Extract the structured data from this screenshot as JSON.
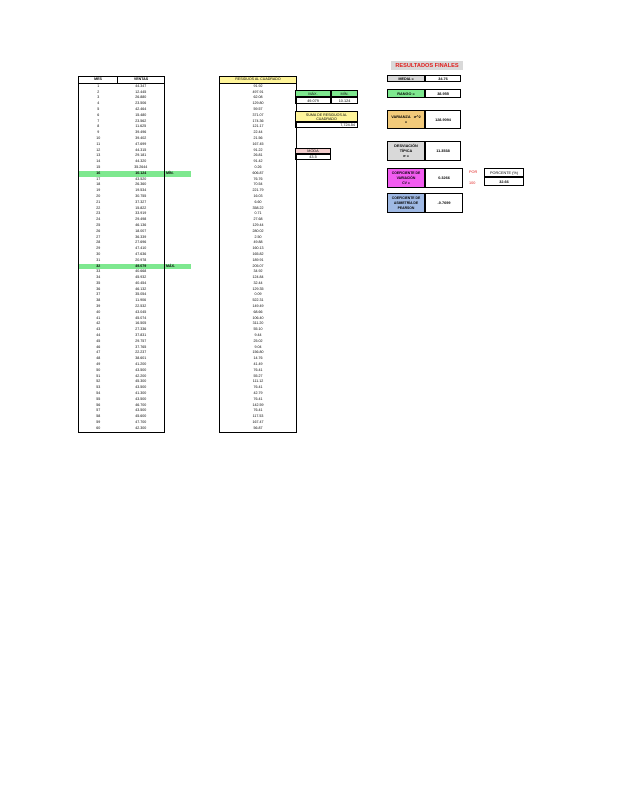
{
  "title": "RESULTADOS FINALES",
  "table": {
    "headers": {
      "mes": "MES",
      "ventas": "VENTAS",
      "residuos": "RESIDUOS AL CUADRADO"
    },
    "rows": [
      {
        "mes": "1",
        "ventas": "44.347",
        "res": "91.92"
      },
      {
        "mes": "2",
        "ventas": "12.445",
        "res": "497.91"
      },
      {
        "mes": "3",
        "ventas": "26.880",
        "res": "62.08"
      },
      {
        "mes": "4",
        "ventas": "23.506",
        "res": "129.80"
      },
      {
        "mes": "5",
        "ventas": "42.464",
        "res": "59.57"
      },
      {
        "mes": "6",
        "ventas": "15.480",
        "res": "371.07"
      },
      {
        "mes": "7",
        "ventas": "23.562",
        "res": "174.36"
      },
      {
        "mes": "8",
        "ventas": "11.625",
        "res": "121.17"
      },
      {
        "mes": "9",
        "ventas": "39.496",
        "res": "22.44"
      },
      {
        "mes": "10",
        "ventas": "39.402",
        "res": "21.56"
      },
      {
        "mes": "11",
        "ventas": "47.699",
        "res": "167.45"
      },
      {
        "mes": "12",
        "ventas": "44.315",
        "res": "91.22"
      },
      {
        "mes": "13",
        "ventas": "29.181",
        "res": "26.81"
      },
      {
        "mes": "14",
        "ventas": "44.320",
        "res": "91.42"
      },
      {
        "mes": "15",
        "ventas": "35.2644",
        "res": "0.26"
      },
      {
        "mes": "16",
        "ventas": "10.124",
        "res": "606.87",
        "note": "MÍN."
      },
      {
        "mes": "17",
        "ventas": "43.520",
        "res": "76.76"
      },
      {
        "mes": "18",
        "ventas": "26.360",
        "res": "70.54"
      },
      {
        "mes": "19",
        "ventas": "19.534",
        "res": "221.79"
      },
      {
        "mes": "20",
        "ventas": "30.755",
        "res": "16.03"
      },
      {
        "mes": "21",
        "ventas": "37.327",
        "res": "6.60"
      },
      {
        "mes": "22",
        "ventas": "15.822",
        "res": "358.22"
      },
      {
        "mes": "23",
        "ventas": "33.919",
        "res": "0.71"
      },
      {
        "mes": "24",
        "ventas": "29.498",
        "res": "27.68"
      },
      {
        "mes": "25",
        "ventas": "46.136",
        "res": "129.44"
      },
      {
        "mes": "26",
        "ventas": "18.007",
        "res": "280.02"
      },
      {
        "mes": "27",
        "ventas": "36.339",
        "res": "2.50"
      },
      {
        "mes": "28",
        "ventas": "27.696",
        "res": "49.88"
      },
      {
        "mes": "29",
        "ventas": "47.410",
        "res": "160.13"
      },
      {
        "mes": "30",
        "ventas": "47.636",
        "res": "165.82"
      },
      {
        "mes": "31",
        "ventas": "20.978",
        "res": "189.91"
      },
      {
        "mes": "32",
        "ventas": "49.079",
        "res": "205.07",
        "note": "MÁX."
      },
      {
        "mes": "33",
        "ventas": "40.668",
        "res": "34.92"
      },
      {
        "mes": "34",
        "ventas": "45.932",
        "res": "124.84"
      },
      {
        "mes": "35",
        "ventas": "40.454",
        "res": "32.44"
      },
      {
        "mes": "36",
        "ventas": "46.132",
        "res": "129.35"
      },
      {
        "mes": "37",
        "ventas": "35.054",
        "res": "0.09"
      },
      {
        "mes": "38",
        "ventas": "11.906",
        "res": "522.31"
      },
      {
        "mes": "39",
        "ventas": "22.532",
        "res": "149.49"
      },
      {
        "mes": "40",
        "ventas": "43.045",
        "res": "68.66"
      },
      {
        "mes": "41",
        "ventas": "45.074",
        "res": "106.40"
      },
      {
        "mes": "42",
        "ventas": "16.505",
        "res": "311.20"
      },
      {
        "mes": "43",
        "ventas": "27.336",
        "res": "55.10"
      },
      {
        "mes": "44",
        "ventas": "37.831",
        "res": "9.44"
      },
      {
        "mes": "45",
        "ventas": "29.757",
        "res": "25.02"
      },
      {
        "mes": "46",
        "ventas": "37.765",
        "res": "9.04"
      },
      {
        "mes": "47",
        "ventas": "22.237",
        "res": "156.80"
      },
      {
        "mes": "48",
        "ventas": "38.601",
        "res": "14.76"
      },
      {
        "mes": "49",
        "ventas": "41.200",
        "res": "41.49"
      },
      {
        "mes": "50",
        "ventas": "43.500",
        "res": "76.41"
      },
      {
        "mes": "51",
        "ventas": "42.200",
        "res": "55.27"
      },
      {
        "mes": "52",
        "ventas": "45.300",
        "res": "111.12"
      },
      {
        "mes": "53",
        "ventas": "43.500",
        "res": "76.41"
      },
      {
        "mes": "54",
        "ventas": "41.300",
        "res": "42.79"
      },
      {
        "mes": "55",
        "ventas": "43.500",
        "res": "76.41"
      },
      {
        "mes": "56",
        "ventas": "46.700",
        "res": "142.59"
      },
      {
        "mes": "57",
        "ventas": "43.500",
        "res": "76.41"
      },
      {
        "mes": "58",
        "ventas": "45.600",
        "res": "117.53"
      },
      {
        "mes": "59",
        "ventas": "47.700",
        "res": "167.47"
      },
      {
        "mes": "60",
        "ventas": "42.300",
        "res": "56.87"
      }
    ]
  },
  "max_min": {
    "max_label": "MÁX.",
    "min_label": "MÍN.",
    "max_value": "49.079",
    "min_value": "10.124"
  },
  "suma": {
    "label": "SUMA DE RESIDUOS AL CUADRADO",
    "value": "7,724.54"
  },
  "moda": {
    "label": "MODA",
    "value": "43.5"
  },
  "media": {
    "label": "MEDIA =",
    "value": "34.76"
  },
  "rango": {
    "label": "RANGO =",
    "value": "38.955"
  },
  "varianza": {
    "label": "VARIANZA",
    "sigma2": "σ^2",
    "eq": "=",
    "value": "128.9094"
  },
  "desviacion": {
    "label1": "DESVIACIÓN",
    "label2": "TÍPICA",
    "sigma": "σ =",
    "value": "11.3538"
  },
  "cv": {
    "label1": "COEFICIENTE DE",
    "label2": "VARIACIÓN",
    "label3": "CV =",
    "value": "0.3266",
    "por": "POR",
    "cien": "100",
    "pct_label": "PORCENTE (%)",
    "pct_value": "32.66"
  },
  "asimetria": {
    "label1": "COEFICIENTE DE",
    "label2": "ASIMETRÍA DE",
    "label3": "PEARSON",
    "value": "-0.7699"
  },
  "colors": {
    "green": "#7ee88f",
    "yellow": "#fff59a",
    "pink": "#f3cccc",
    "magenta": "#f25cf0",
    "blue": "#9fb9e4",
    "gray": "#d9d9d9",
    "red": "#e0201e"
  }
}
